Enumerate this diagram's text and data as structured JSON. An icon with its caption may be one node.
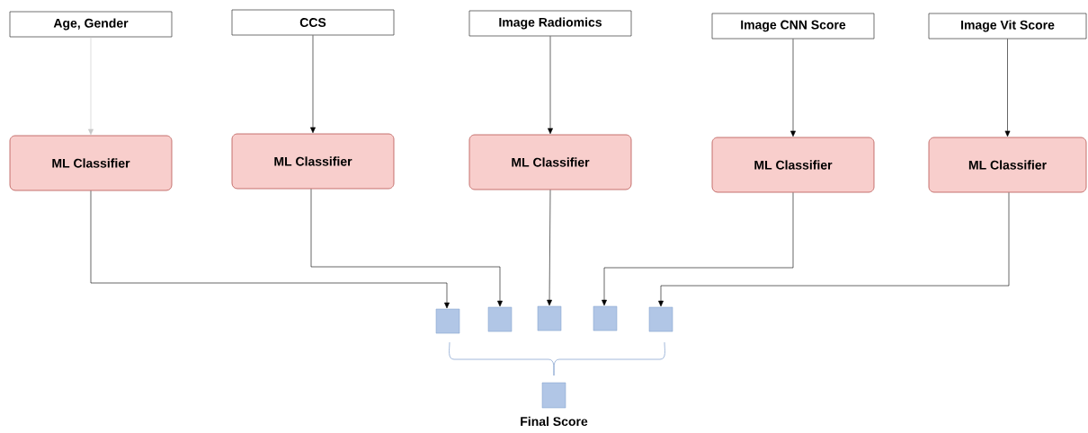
{
  "diagram": {
    "nodes": [
      {
        "text": [
          "Age, Gender"
        ]
      },
      {
        "text": [
          "CCS"
        ]
      },
      {
        "text": [
          "Image Radiomics"
        ]
      },
      {
        "text": [
          "Image CNN Score"
        ]
      },
      {
        "text": [
          "Image Vit Score"
        ]
      },
      {
        "text": [
          "ML Classifier"
        ]
      },
      {
        "text": [
          "ML Classifier"
        ]
      },
      {
        "text": [
          "ML Classifier"
        ]
      },
      {
        "text": [
          "ML Classifier"
        ]
      },
      {
        "text": [
          "ML Classifier"
        ]
      },
      {
        "text": [],
        "shape": "box"
      },
      {
        "text": [],
        "shape": "box"
      },
      {
        "text": [],
        "shape": "box"
      },
      {
        "text": [],
        "shape": "box"
      },
      {
        "text": [],
        "shape": "box"
      },
      {
        "text": [],
        "shape": "box",
        "beside": [
          "Final Score"
        ]
      }
    ],
    "edges": [
      {
        "from": 0,
        "to": 5,
        "arrow": "to",
        "color": "#c8c8c8"
      },
      {
        "from": 1,
        "to": 6,
        "arrow": "to"
      },
      {
        "from": 2,
        "to": 7,
        "arrow": "to"
      },
      {
        "from": 3,
        "to": 8,
        "arrow": "to"
      },
      {
        "from": 4,
        "to": 9,
        "arrow": "to"
      },
      {
        "from": 5,
        "to": 10,
        "arrow": "to"
      },
      {
        "from": 6,
        "to": 11,
        "arrow": "to"
      },
      {
        "from": 7,
        "to": 12,
        "arrow": "to"
      },
      {
        "from": 8,
        "to": 13,
        "arrow": "to"
      },
      {
        "from": 9,
        "to": 14,
        "arrow": "to"
      }
    ]
  }
}
